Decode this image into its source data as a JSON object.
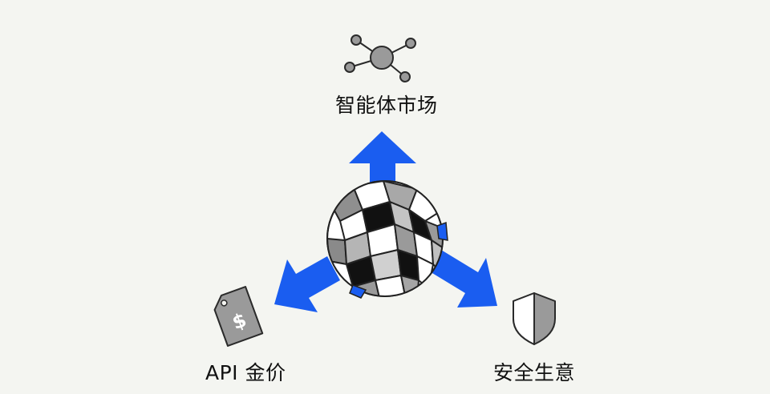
{
  "nodes": {
    "top": {
      "label": "智能体市场",
      "icon": "network-nodes-icon"
    },
    "left": {
      "label": "API 金价",
      "icon": "price-tag-dollar-icon"
    },
    "right": {
      "label": "安全生意",
      "icon": "shield-icon"
    }
  },
  "center": {
    "icon": "fragmented-sphere-icon"
  },
  "colors": {
    "background": "#f4f5f1",
    "arrow": "#1a5df0",
    "icon_fill": "#9a9a9a",
    "icon_stroke": "#2a2a2a",
    "text": "#111111"
  }
}
